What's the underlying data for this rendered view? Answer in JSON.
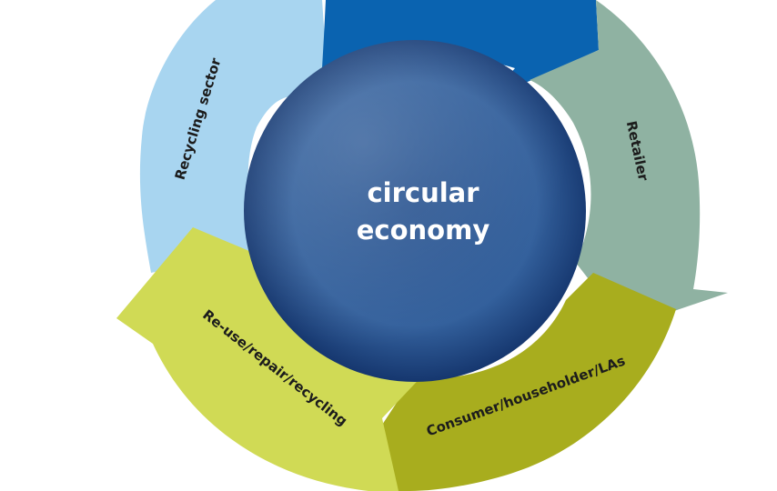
{
  "center": {
    "line1": "circular",
    "line2": "economy"
  },
  "segments": {
    "top": {
      "label": "",
      "color": "#0a63b0"
    },
    "retailer": {
      "label": "Retailer",
      "color": "#8fb2a2"
    },
    "consumer": {
      "label": "Consumer/householder/LAs",
      "color": "#a8ad1e"
    },
    "reuse": {
      "label": "Re-use/repair/recycling",
      "color": "#d0da55"
    },
    "recycling": {
      "label": "Recycling sector",
      "color": "#a8d5f0"
    }
  },
  "colors": {
    "hub_inner": "#2f5c98",
    "hub_outer": "#0e2f68",
    "background": "#ffffff"
  }
}
